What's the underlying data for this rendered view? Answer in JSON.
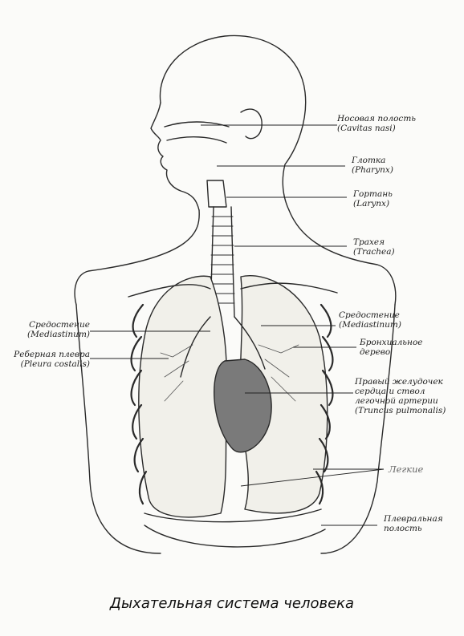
{
  "labels": {
    "nasal_cavity": {
      "line1": "Носовая полость",
      "line2": "(Cavitas nasi)"
    },
    "pharynx": {
      "line1": "Глотка",
      "line2": "(Pharynx)"
    },
    "larynx": {
      "line1": "Гортань",
      "line2": "(Larynx)"
    },
    "trachea": {
      "line1": "Трахея",
      "line2": "(Trachea)"
    },
    "mediastinum_right": {
      "line1": "Средостение",
      "line2": "(Mediastinum)"
    },
    "bronchial_tree": {
      "line1": "Бронхиальное",
      "line2": "дерево"
    },
    "right_ventricle": {
      "line1": "Правый желудочек",
      "line2": "сердца и ствол",
      "line3": "легочной артерии",
      "line4": "(Truncus pulmonalis)"
    },
    "lungs": {
      "line1": "Легкие"
    },
    "pleural_cavity": {
      "line1": "Плевральная",
      "line2": "полость"
    },
    "mediastinum_left": {
      "line1": "Средостение",
      "line2": "(Mediastinum)"
    },
    "costal_pleura": {
      "line1": "Реберная плевра",
      "line2": "(Pleura costalis)"
    }
  },
  "caption": "Дыхательная система человека"
}
